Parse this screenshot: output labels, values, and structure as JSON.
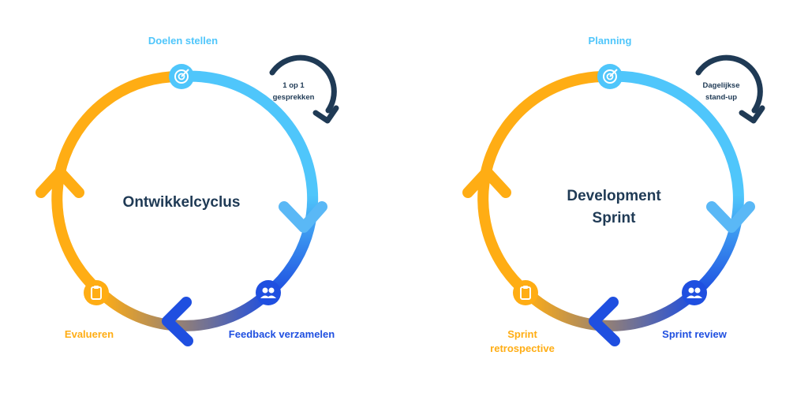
{
  "colors": {
    "light_blue": "#4fc6fb",
    "blue": "#1f4fe0",
    "orange": "#ffad14",
    "navy": "#1f3a55"
  },
  "cycles": [
    {
      "center_lines": [
        "Ontwikkelcyclus"
      ],
      "loop_lines": [
        "1 op 1",
        "gesprekken"
      ],
      "top_label": "Doelen stellen",
      "right_label_lines": [
        "Feedback verzamelen"
      ],
      "left_label_lines": [
        "Evalueren"
      ],
      "icons": [
        "target-icon",
        "people-icon",
        "clipboard-icon"
      ]
    },
    {
      "center_lines": [
        "Development",
        "Sprint"
      ],
      "loop_lines": [
        "Dagelijkse",
        "stand-up"
      ],
      "top_label": "Planning",
      "right_label_lines": [
        "Sprint review"
      ],
      "left_label_lines": [
        "Sprint",
        "retrospective"
      ],
      "icons": [
        "target-icon",
        "people-icon",
        "clipboard-icon"
      ]
    }
  ]
}
